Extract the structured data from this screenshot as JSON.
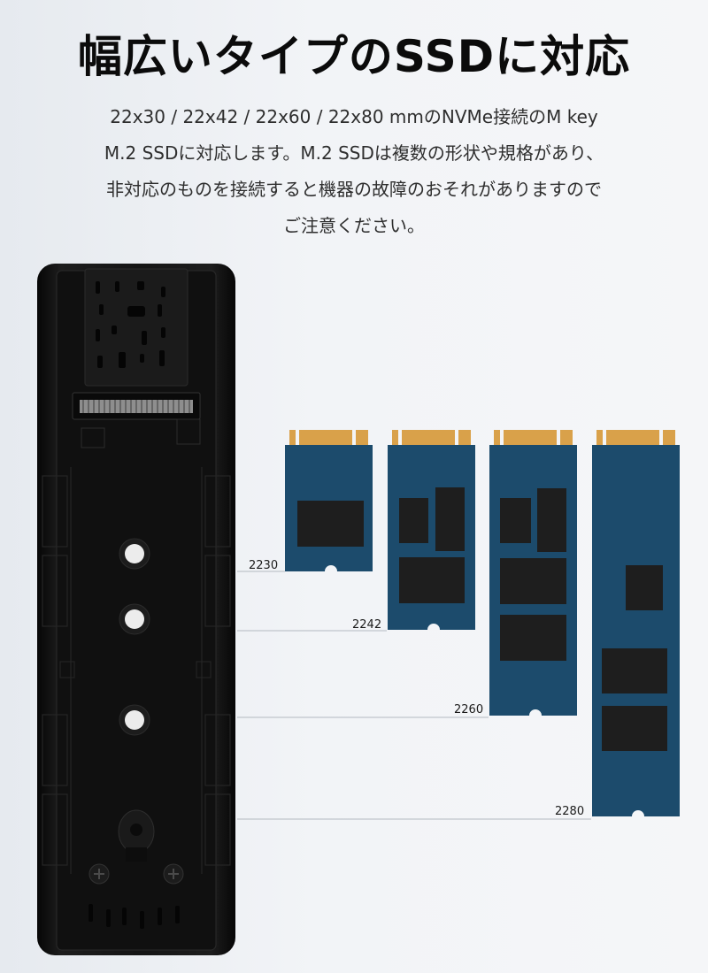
{
  "heading": "幅広いタイプのSSDに対応",
  "description": {
    "lines": [
      "22x30 / 22x42 / 22x60 / 22x80 mmのNVMe接続のM key",
      "M.2 SSDに対応します。M.2 SSDは複数の形状や規格があり、",
      "非対応のものを接続すると機器の故障のおそれがありますので",
      "ご注意ください。"
    ]
  },
  "ssd_sizes": [
    {
      "label": "2230",
      "length_mm": 30
    },
    {
      "label": "2242",
      "length_mm": 42
    },
    {
      "label": "2260",
      "length_mm": 60
    },
    {
      "label": "2280",
      "length_mm": 80
    }
  ],
  "colors": {
    "pcb": "#1c4b6c",
    "gold_contacts": "#d9a14a",
    "chip": "#1e1e1e",
    "enclosure": "#141414"
  }
}
